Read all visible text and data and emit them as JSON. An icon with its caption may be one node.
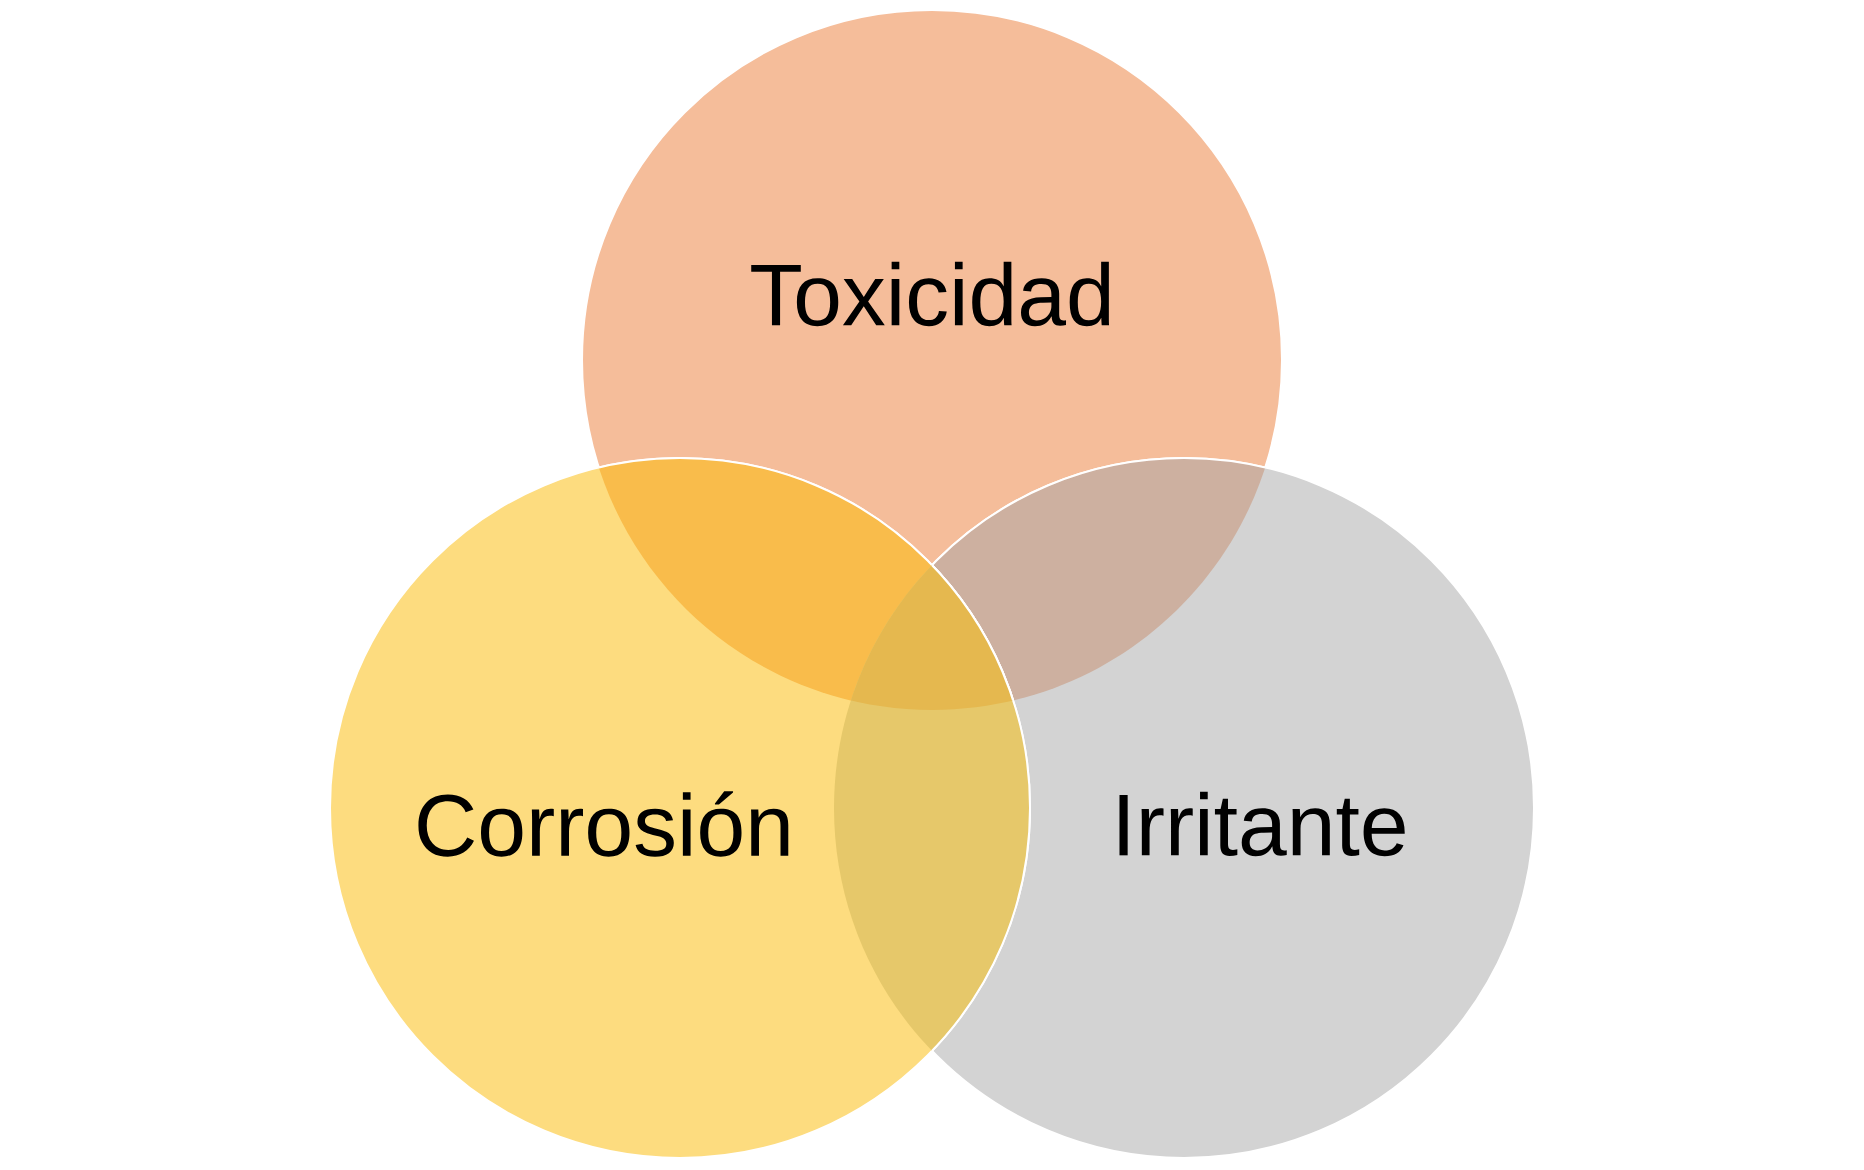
{
  "diagram": {
    "nodes": [
      {
        "text": [
          "Toxicidad"
        ]
      },
      {
        "text": [
          "Corrosión"
        ]
      },
      {
        "text": [
          "Irritante"
        ]
      }
    ]
  }
}
